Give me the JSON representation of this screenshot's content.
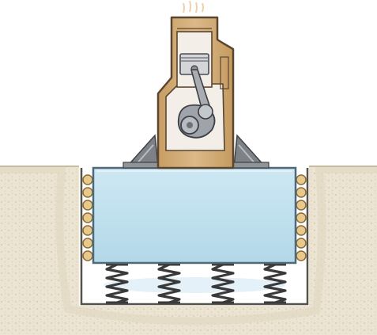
{
  "diagram": {
    "components": [
      "engine-block",
      "piston",
      "connecting-rod",
      "crankshaft",
      "exhaust-fumes",
      "mounting-brackets",
      "concrete-foundation",
      "side-rollers",
      "coil-springs",
      "foundation-pit",
      "ground"
    ],
    "spring_count": 4,
    "roller_count_per_side": 7,
    "colors": {
      "engine": "#d9b582",
      "engine_outline": "#5a4630",
      "cylinder_bore": "#f3efe8",
      "piston": "#d3d5d8",
      "crank": "#9ea4aa",
      "foundation": "#bfe0ee",
      "foundation_outline": "#4e6a78",
      "soil": "#ebe4d2",
      "soil_speckle": "#cfc4a8",
      "pit": "#ffffff",
      "roller": "#e8c98c",
      "spring": "#3a3a3a",
      "bracket": "#7e8287"
    }
  }
}
